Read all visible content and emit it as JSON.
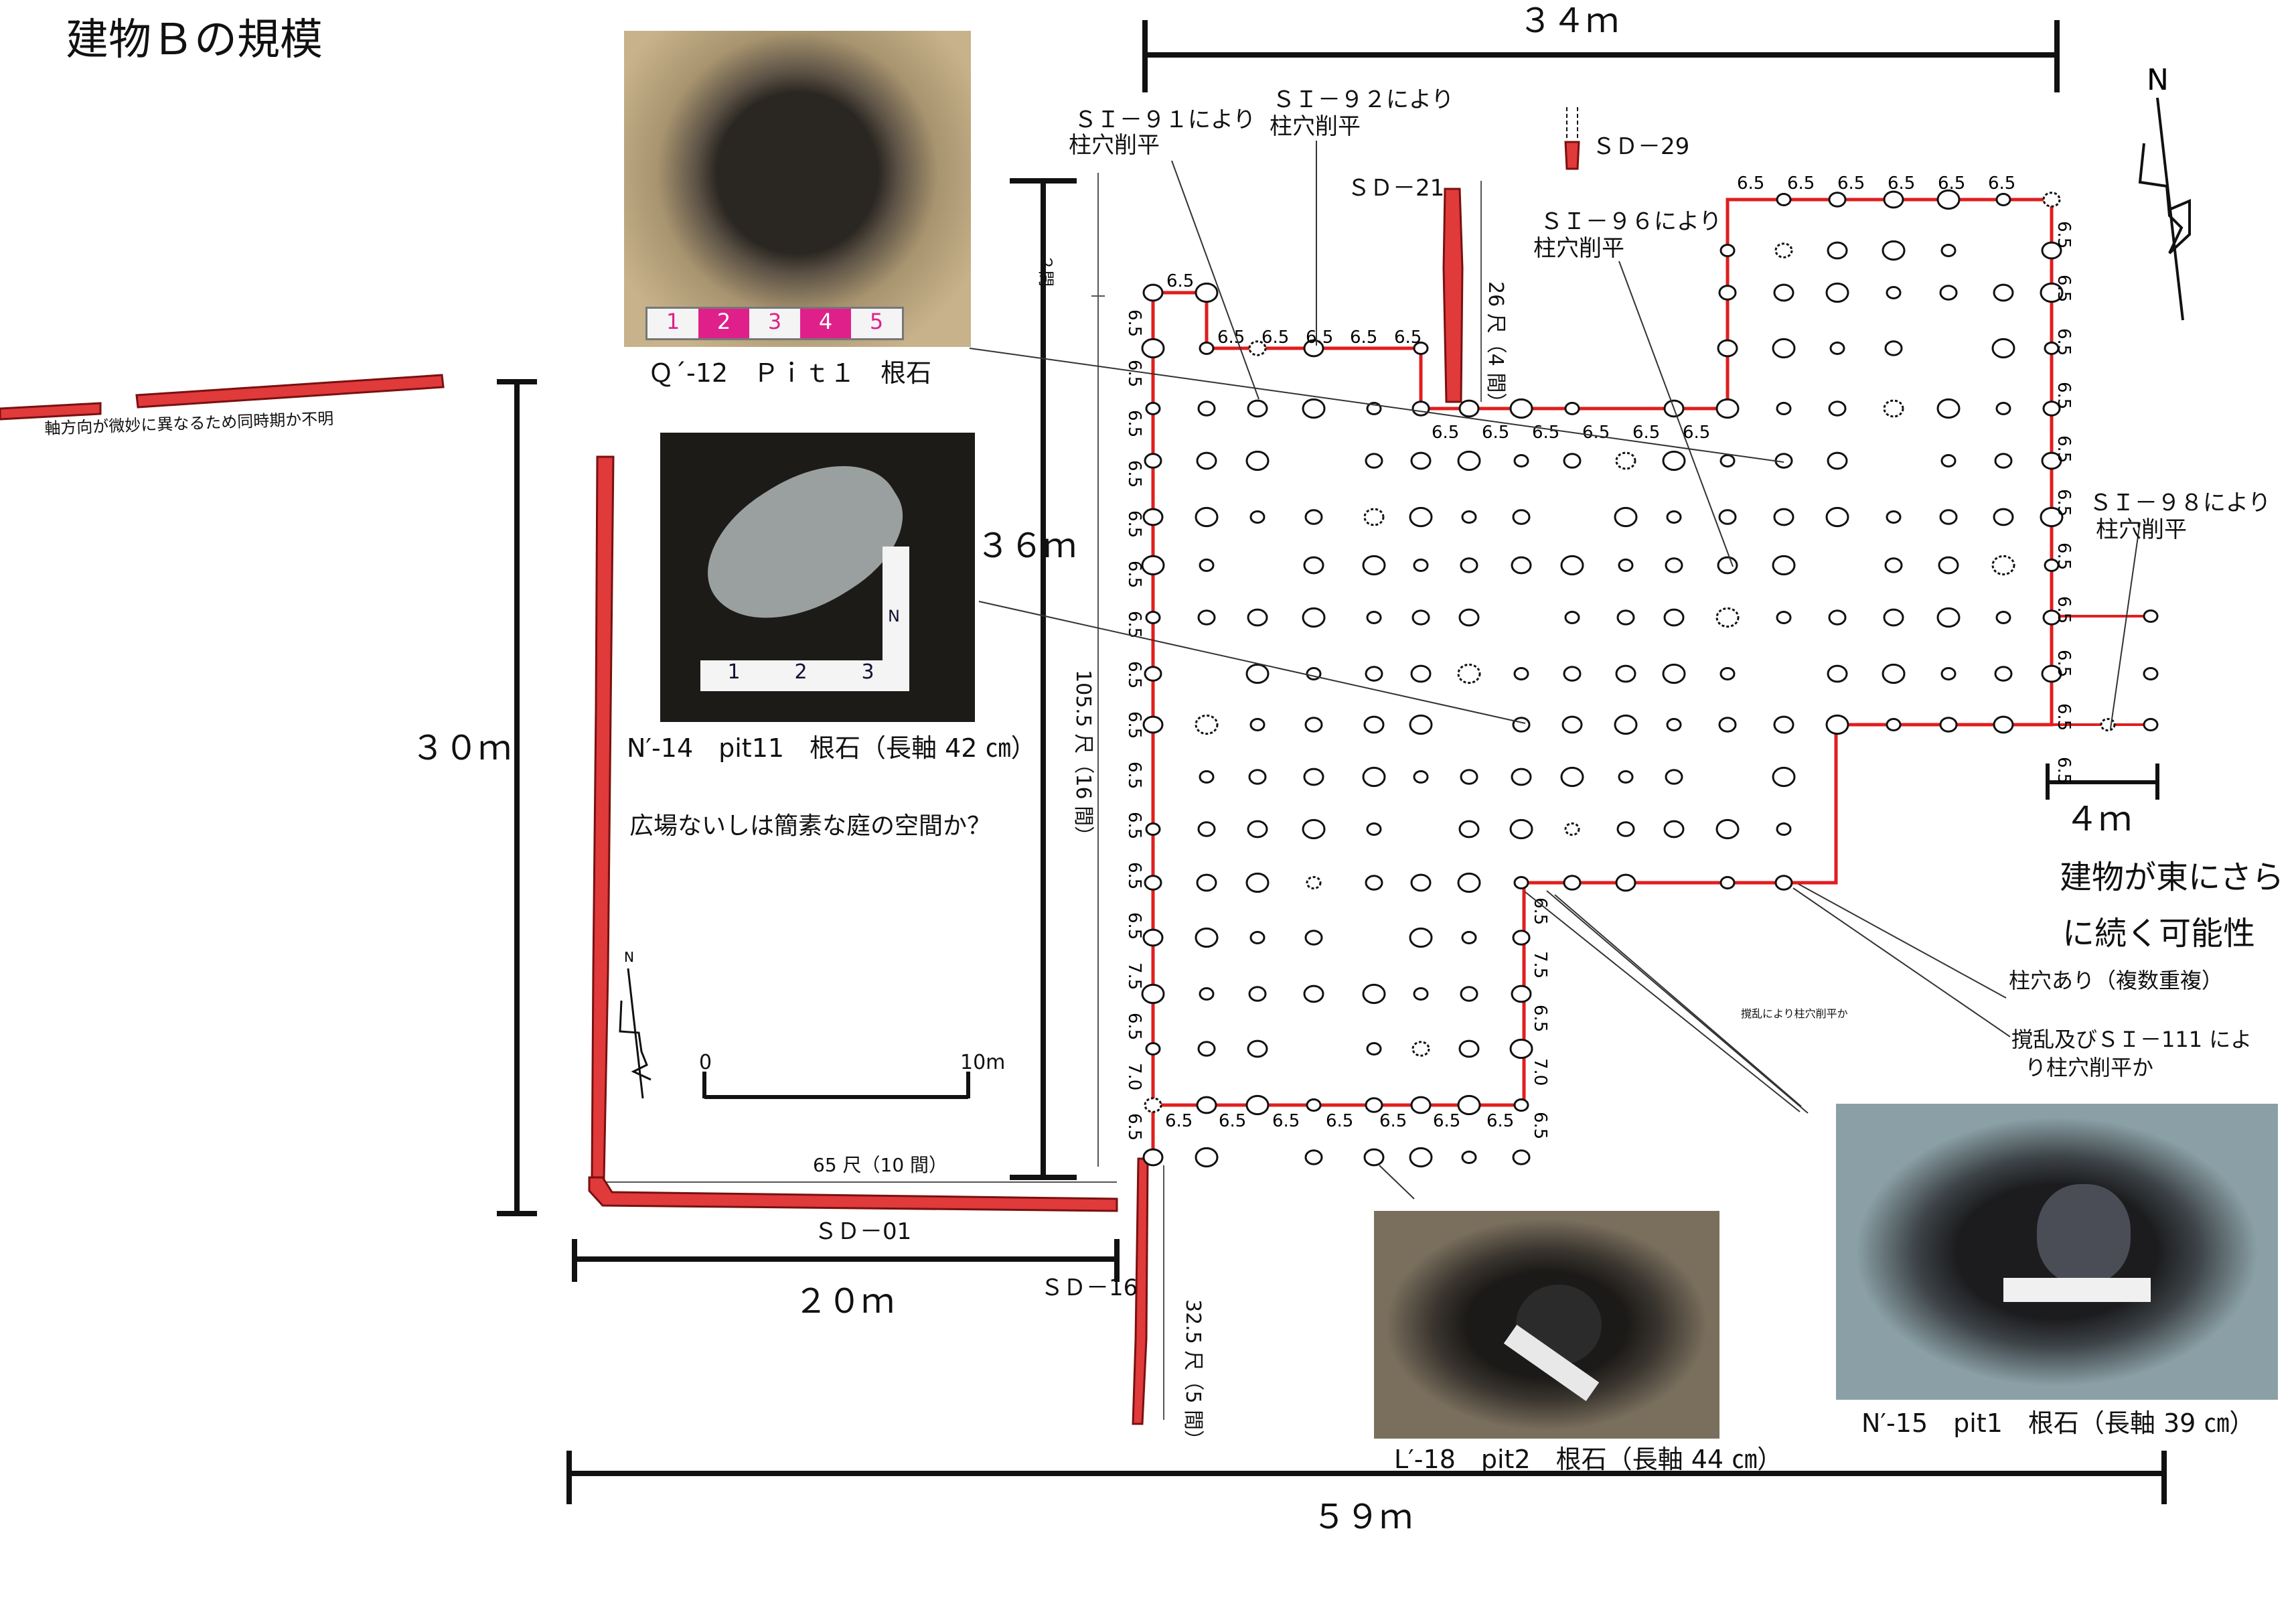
{
  "title": "建物Ｂの規模",
  "colors": {
    "wall": "#e03a3a",
    "wall_stroke": "#7a1010",
    "outline": "#e01e1e",
    "post": "#111111",
    "dim": "#111111"
  },
  "dimensions": {
    "top": "３４ｍ",
    "vert_36": "３６ｍ",
    "vert_30": "３０ｍ",
    "bottom_20": "２０ｍ",
    "bottom_59": "５９ｍ",
    "scale_4": "４ｍ"
  },
  "shaku": {
    "ken2": "２間",
    "main_105": "105.5 尺（16 間）",
    "wall_26": "26 尺（4 間）",
    "south_32": "32.5 尺（5 間）",
    "west_65": "65 尺（10 間）"
  },
  "labels": {
    "si91": "ＳＩ－９１により",
    "si91_b": "柱穴削平",
    "si92": "ＳＩ－９２により",
    "si92_b": "柱穴削平",
    "si96": "ＳＩ－９６により",
    "si96_b": "柱穴削平",
    "si98": "ＳＩ－９８により",
    "si98_b": "柱穴削平",
    "sd29": "ＳＤ－29",
    "sd21": "ＳＤ－21",
    "sd01": "ＳＤ－01",
    "sd16": "ＳＤ－16",
    "axis_note": "軸方向が微妙に異なるため同時期か不明",
    "plaza": "広場ないしは簡素な庭の空間か？",
    "east1": "建物が東にさら",
    "east2": "に続く可能性",
    "postholes": "柱穴あり（複数重複）",
    "disturb_small": "撹乱により柱穴削平か",
    "disturb1": "撹乱及びＳＩ－111 によ",
    "disturb2": "り柱穴削平か"
  },
  "small_scale": {
    "zero": "0",
    "ten": "10m"
  },
  "north": "N",
  "spans": {
    "top_seg": [
      "6.5",
      "6.5",
      "6.5",
      "6.5",
      "6.5",
      "6.5"
    ],
    "mid_seg": [
      "6.5",
      "6.5",
      "6.5",
      "6.5",
      "6.5",
      "6.5"
    ],
    "nw_seg": [
      "6.5",
      "6.5",
      "6.5",
      "6.5",
      "6.5"
    ],
    "nw_top": "6.5",
    "east_side": [
      "6.5",
      "6.5",
      "6.5",
      "6.5",
      "6.5",
      "6.5",
      "6.5",
      "6.5",
      "6.5",
      "6.5",
      "6.5"
    ],
    "west_side": [
      "6.5",
      "6.5",
      "6.5",
      "6.5",
      "6.5",
      "6.5",
      "6.5",
      "6.5",
      "6.5",
      "6.5",
      "6.5",
      "6.5",
      "6.5",
      "7.5",
      "6.5",
      "7.0",
      "6.5"
    ],
    "south_seg": [
      "6.5",
      "6.5",
      "6.5",
      "6.5",
      "6.5",
      "6.5",
      "6.5"
    ],
    "inner_side": [
      "6.5",
      "7.5",
      "6.5",
      "7.0",
      "6.5"
    ]
  },
  "photos": {
    "q12": "Ｑ´-12　Ｐｉｔ１　根石",
    "n14": "N′-14　pit11　根石（長軸 42 ㎝）",
    "l18": "L′-18　pit2　根石（長軸 44 ㎝）",
    "n15": "N′-15　pit1　根石（長軸 39 ㎝）"
  },
  "photo_scale_digits": [
    "1",
    "2",
    "3",
    "4",
    "5"
  ],
  "photo_ruler_digits": [
    "1",
    "2",
    "3"
  ],
  "ruler_mark": "N"
}
